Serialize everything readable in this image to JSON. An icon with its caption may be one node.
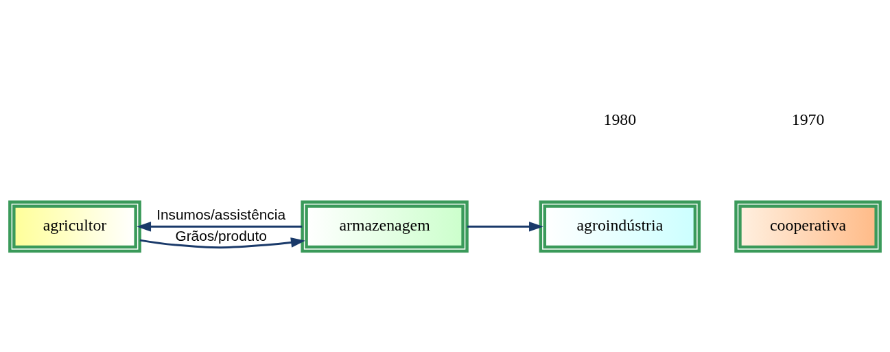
{
  "diagram": {
    "nodes": [
      {
        "text": [
          "agricultor"
        ]
      },
      {
        "text": [
          "cooperativa"
        ]
      },
      {
        "text": [
          "armazenagem"
        ]
      },
      {
        "text": [
          "agroindústria"
        ]
      }
    ],
    "edges": [
      {
        "from": 2,
        "to": 0,
        "arrow": "to",
        "label": "Insumos/assistência"
      },
      {
        "from": 0,
        "to": 2,
        "arrow": "to",
        "label": "Grãos/produto"
      },
      {
        "from": 2,
        "to": 3,
        "arrow": "to"
      }
    ],
    "labels": [
      "1970",
      "1980"
    ]
  }
}
